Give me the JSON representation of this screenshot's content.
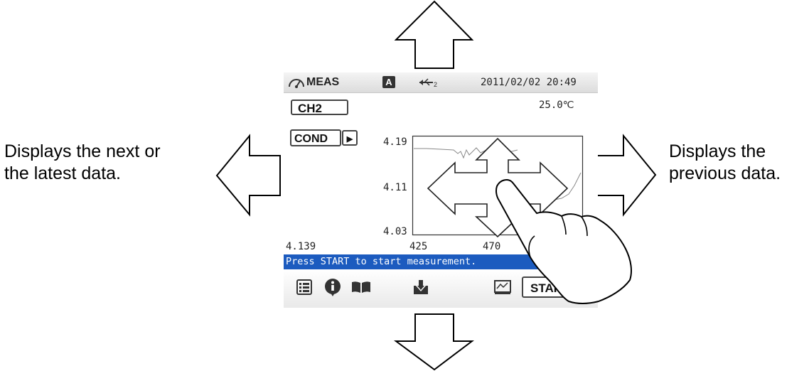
{
  "annotations": {
    "left_line1": "Displays the next or",
    "left_line2": "the latest data.",
    "right_line1": "Displays the",
    "right_line2": "previous data."
  },
  "device": {
    "mode_label": "MEAS",
    "mode_icon": "gauge-icon",
    "badge": "A",
    "usb_icon": "usb-icon",
    "usb_suffix": "2",
    "datetime": "2011/02/02 20:49",
    "temperature": "25.0℃",
    "channel": "CH2",
    "param": "COND",
    "param_arrow": "▶",
    "current_value": "4.139",
    "y_ticks": [
      "4.19",
      "4.11",
      "4.03"
    ],
    "x_ticks": [
      "425",
      "470"
    ],
    "status_message": "Press START to start measurement.",
    "start_label": "START",
    "bottom_icons": [
      "list-icon",
      "info-icon",
      "book-icon",
      "download-icon",
      "graph-icon"
    ],
    "colors": {
      "status_bar": "#1c5bbf"
    }
  }
}
